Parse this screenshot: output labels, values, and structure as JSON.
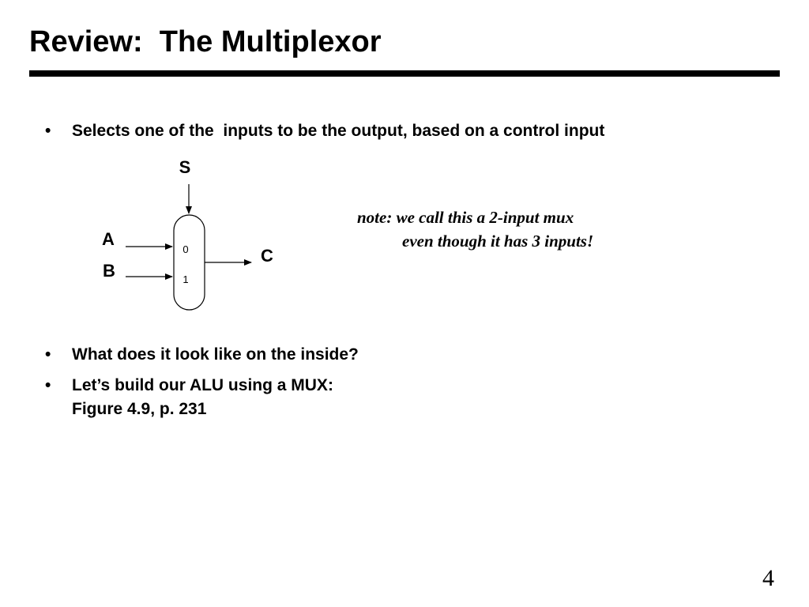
{
  "slide": {
    "title": "Review:  The Multiplexor",
    "page_number": "4"
  },
  "bullets": [
    {
      "marker": "•",
      "text": "Selects one of the  inputs to be the output, based on a control input"
    },
    {
      "marker": "•",
      "text": "What does it look like on the inside?"
    },
    {
      "marker": "•",
      "text": "Let’s build our ALU using a MUX:",
      "text2": "Figure 4.9, p. 231"
    }
  ],
  "mux_diagram": {
    "select_label": "S",
    "input_a_label": "A",
    "input_b_label": "B",
    "output_label": "C",
    "port_0_label": "0",
    "port_1_label": "1"
  },
  "note": {
    "line1": "note: we call this a 2-input mux",
    "line2": "even though it has 3 inputs!"
  }
}
